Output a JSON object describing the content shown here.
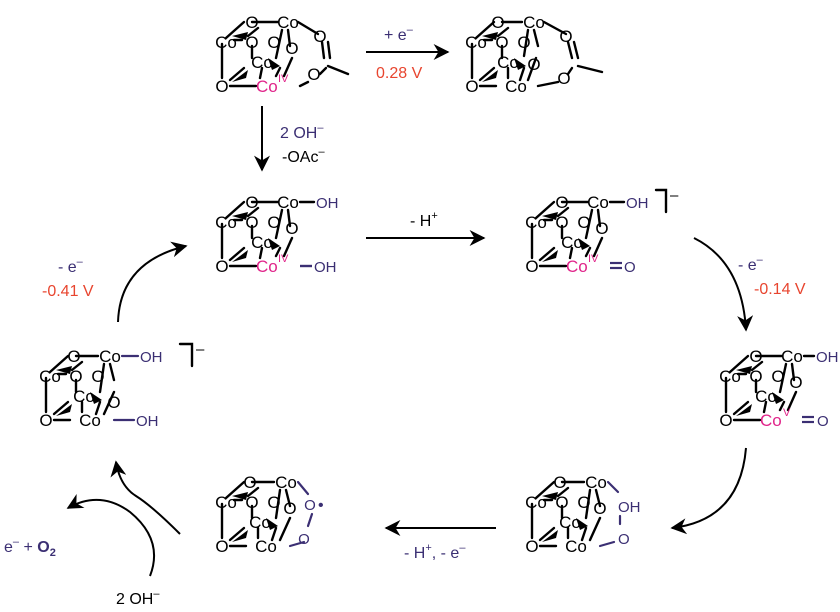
{
  "atoms": {
    "co": "Co",
    "o": "O",
    "oh": "OH",
    "co_iv": "Co",
    "co_v": "Co",
    "sup_iv": "IV",
    "sup_v": "V",
    "charge_minus": "–",
    "radical_dot": "•"
  },
  "steps": {
    "reduction_top": {
      "reagent": "+ e",
      "reagent_sup": "–",
      "potential": "0.28 V"
    },
    "acetate_exchange": {
      "line1": "2 OH",
      "line1_sup": "–",
      "line2": "-OAc",
      "line2_sup": "–"
    },
    "deprotonation": {
      "text": "- H",
      "sup": "+"
    },
    "oxidation_right": {
      "text": "- e",
      "sup": "–",
      "potential": "-0.14 V"
    },
    "pcet_bottom": {
      "text1": "- H",
      "sup1": "+",
      "text2": ", - e",
      "sup2": "–"
    },
    "release": {
      "text": "e",
      "sup": "–",
      "text2": " + ",
      "o2": "O",
      "o2_sub": "2"
    },
    "hydroxide_bottom": {
      "text": "2 OH",
      "sup": "–"
    },
    "oxidation_left": {
      "text": "- e",
      "sup": "–",
      "potential": "-0.41 V"
    }
  },
  "colors": {
    "ink": "#000000",
    "purple": "#3b2f73",
    "magenta": "#e0248a",
    "red": "#e8452f"
  }
}
